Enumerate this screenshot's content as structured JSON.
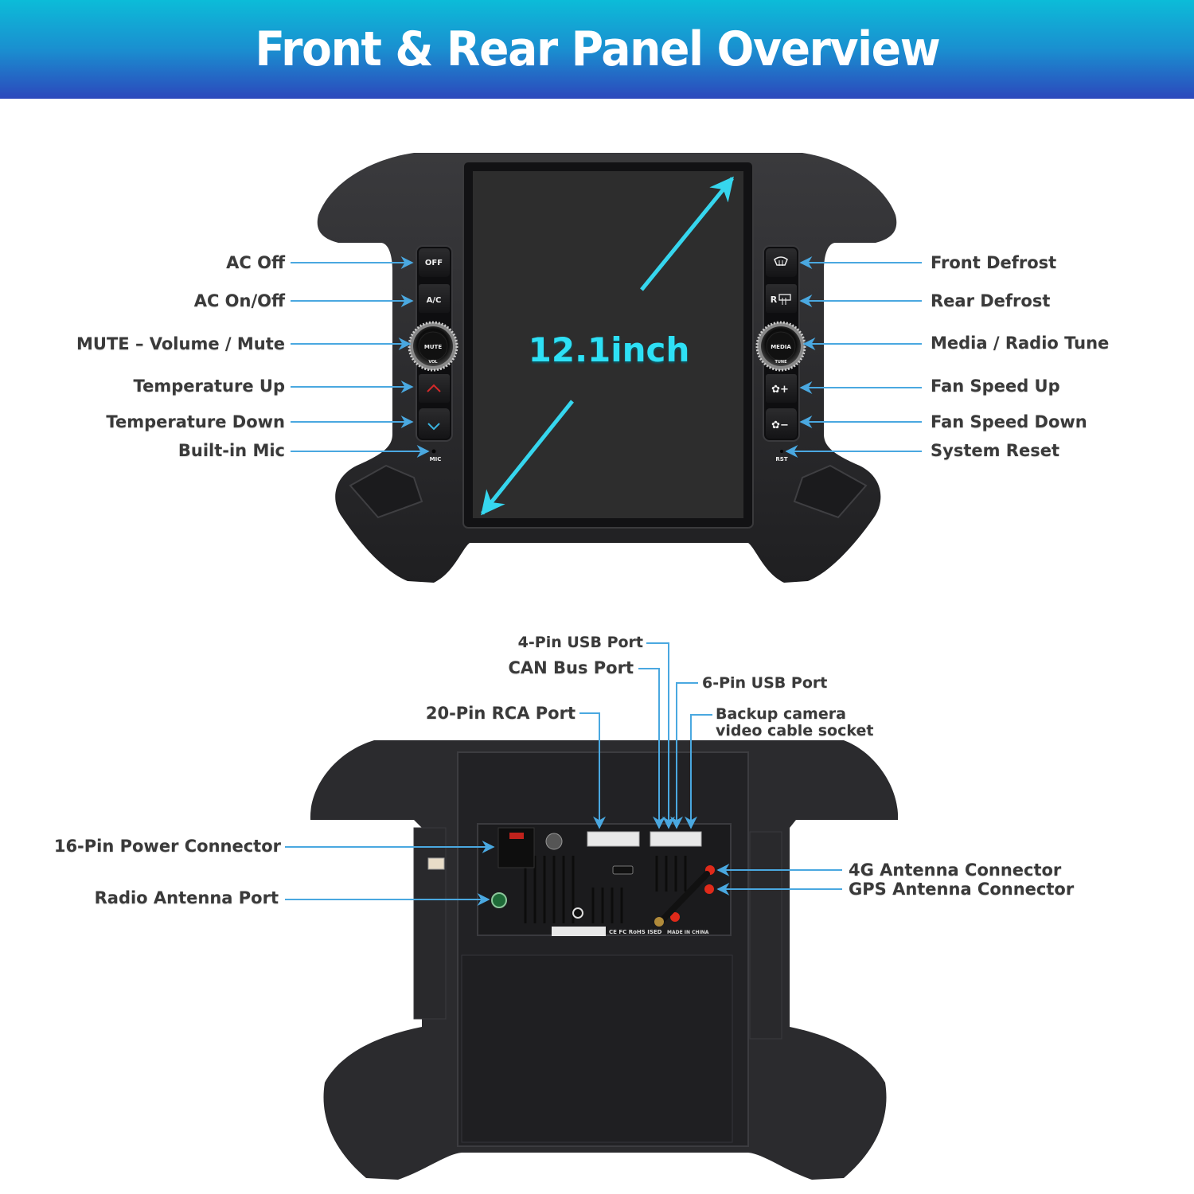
{
  "header": {
    "title": "Front & Rear Panel Overview"
  },
  "front_panel": {
    "screen_size_label": "12.1inch",
    "left_buttons": [
      {
        "glyph": "OFF",
        "label": "AC Off"
      },
      {
        "glyph": "A/C",
        "label": "AC On/Off"
      },
      {
        "glyph": "MUTE",
        "sub": "VOL",
        "label": "MUTE – Volume / Mute"
      },
      {
        "glyph": "up-chevron",
        "label": "Temperature Up"
      },
      {
        "glyph": "down-chevron",
        "label": "Temperature Down"
      },
      {
        "glyph": "MIC",
        "label": "Built-in Mic"
      }
    ],
    "right_buttons": [
      {
        "glyph": "front-defrost-icon",
        "label": "Front Defrost"
      },
      {
        "glyph": "rear-defrost-icon",
        "label": "Rear Defrost"
      },
      {
        "glyph": "MEDIA",
        "sub": "TUNE",
        "label": "Media / Radio Tune"
      },
      {
        "glyph": "fan-plus-icon",
        "label": "Fan Speed Up"
      },
      {
        "glyph": "fan-minus-icon",
        "label": "Fan Speed Down"
      },
      {
        "glyph": "RST",
        "label": "System Reset"
      }
    ],
    "button_text": {
      "off": "OFF",
      "ac": "A/C",
      "mute": "MUTE",
      "vol": "VOL",
      "media": "MEDIA",
      "tune": "TUNE",
      "mic": "MIC",
      "rst": "RST",
      "r": "R"
    }
  },
  "rear_panel": {
    "top_labels": {
      "usb4": "4-Pin USB Port",
      "canbus": "CAN Bus Port",
      "usb6": "6-Pin USB Port",
      "rca": "20-Pin RCA Port",
      "camera_line1": "Backup camera",
      "camera_line2": "video cable socket"
    },
    "left_labels": {
      "power": "16-Pin Power Connector",
      "radio": "Radio Antenna Port"
    },
    "right_labels": {
      "g4": "4G Antenna Connector",
      "gps": "GPS Antenna Connector"
    },
    "sticker_text": "CE FC RoHS ISED",
    "made_in": "MADE IN CHINA"
  },
  "colors": {
    "leader_line": "#4aa8e0",
    "screen_arrow": "#36d6ee",
    "housing": "#2a2a2c",
    "screen": "#2d2d2d",
    "temp_up": "#d42a2a",
    "temp_down": "#3ab4e0",
    "antenna_red": "#e02a1a"
  }
}
